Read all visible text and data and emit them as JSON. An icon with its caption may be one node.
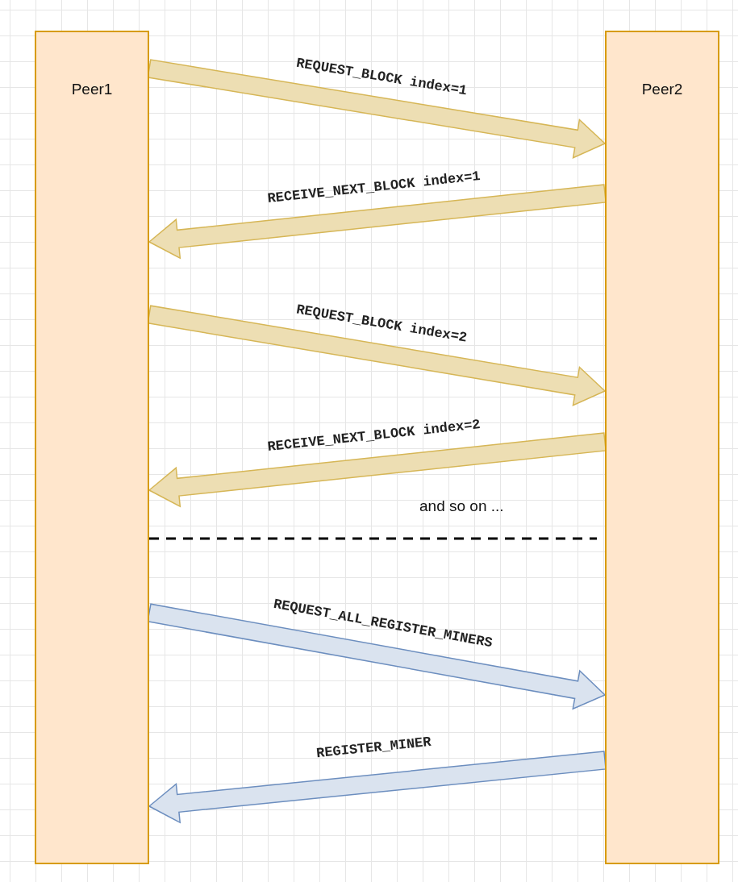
{
  "diagram": {
    "nodes": [
      {
        "text": [
          "Peer1"
        ]
      },
      {
        "text": [
          "Peer2"
        ]
      }
    ],
    "edges": [
      {
        "from": 0,
        "to": 1,
        "arrow": "to",
        "label": "REQUEST_BLOCK index=1"
      },
      {
        "from": 1,
        "to": 0,
        "arrow": "to",
        "label": "RECEIVE_NEXT_BLOCK index=1"
      },
      {
        "from": 0,
        "to": 1,
        "arrow": "to",
        "label": "REQUEST_BLOCK index=2"
      },
      {
        "from": 1,
        "to": 0,
        "arrow": "to",
        "label": "RECEIVE_NEXT_BLOCK index=2"
      },
      {
        "from": 0,
        "to": 1,
        "arrow": "to",
        "label": "REQUEST_ALL_REGISTER_MINERS",
        "color": "#6c8ebf"
      },
      {
        "from": 1,
        "to": 0,
        "arrow": "to",
        "label": "REGISTER_MINER",
        "color": "#6c8ebf"
      }
    ],
    "labels": [
      "and so on ..."
    ]
  }
}
